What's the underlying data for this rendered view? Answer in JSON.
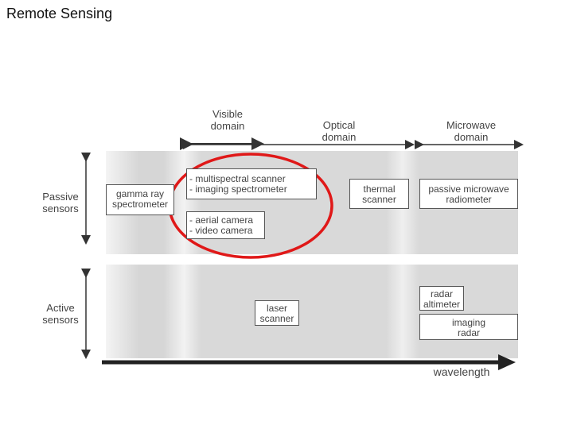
{
  "title": "Remote Sensing",
  "domains": {
    "visible": [
      "Visible",
      "domain"
    ],
    "optical": [
      "Optical",
      "domain"
    ],
    "microwave": [
      "Microwave",
      "domain"
    ]
  },
  "rows": {
    "passive": [
      "Passive",
      "sensors"
    ],
    "active": [
      "Active",
      "sensors"
    ]
  },
  "sensors": {
    "gamma": [
      "gamma ray",
      "spectrometer"
    ],
    "multispectral": [
      "- multispectral scanner",
      "- imaging spectrometer"
    ],
    "aerial": [
      "- aerial camera",
      "- video camera"
    ],
    "thermal": [
      "thermal",
      "scanner"
    ],
    "passive_microwave": [
      "passive microwave",
      "radiometer"
    ],
    "laser": [
      "laser",
      "scanner"
    ],
    "radar_altimeter": [
      "radar",
      "altimeter"
    ],
    "imaging_radar": [
      "imaging",
      "radar"
    ]
  },
  "axis": {
    "wavelength": "wavelength"
  },
  "colors": {
    "band": "#d8d8d8",
    "highlight": "#e01818",
    "arrow": "#222222"
  }
}
